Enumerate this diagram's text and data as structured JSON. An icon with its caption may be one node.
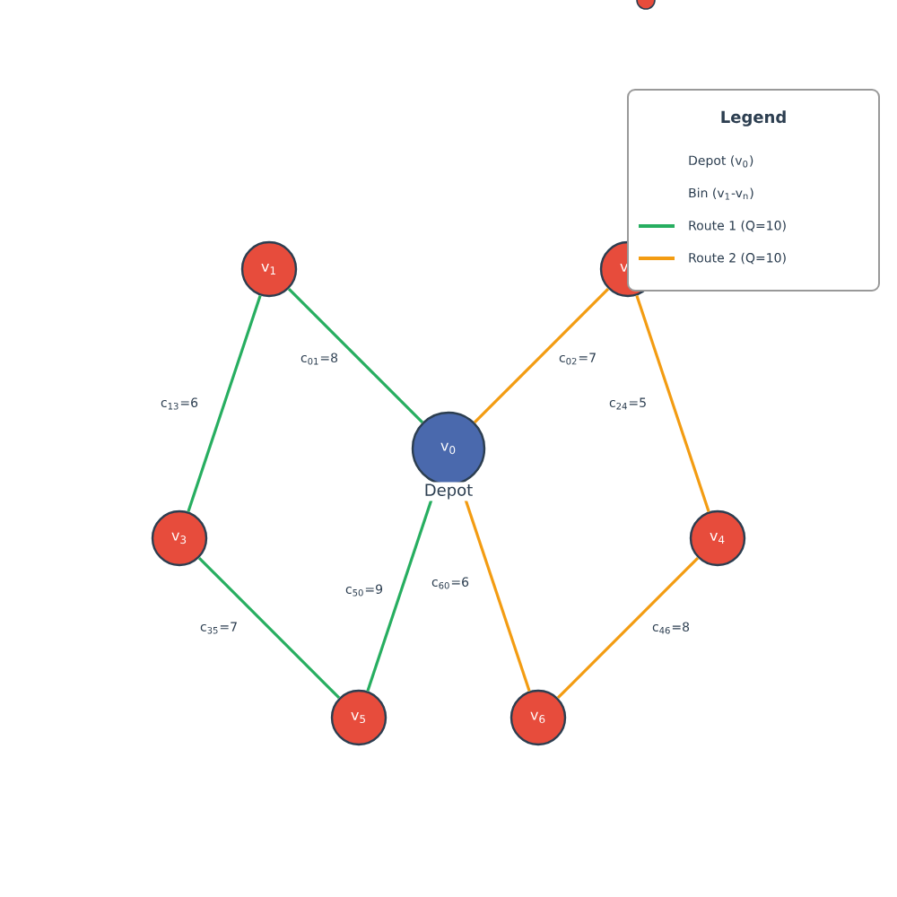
{
  "diagram": {
    "nodes": [
      {
        "text": [
          "v$_{0}$"
        ],
        "beside": [
          "Depot"
        ]
      },
      {
        "text": [
          "v$_{1}$"
        ]
      },
      {
        "text": [
          "v$_{2}$"
        ]
      },
      {
        "text": [
          "v$_{3}$"
        ]
      },
      {
        "text": [
          "v$_{4}$"
        ]
      },
      {
        "text": [
          "v$_{5}$"
        ]
      },
      {
        "text": [
          "v$_{6}$"
        ]
      }
    ],
    "edges": [
      {
        "from": 0,
        "to": 1,
        "arrow": "none",
        "label": "c$_{01}$=8",
        "color": "#27ae60"
      },
      {
        "from": 1,
        "to": 3,
        "arrow": "none",
        "label": "c$_{13}$=6",
        "color": "#27ae60"
      },
      {
        "from": 3,
        "to": 5,
        "arrow": "none",
        "label": "c$_{35}$=7",
        "color": "#27ae60"
      },
      {
        "from": 5,
        "to": 0,
        "arrow": "none",
        "label": "c$_{50}$=9",
        "color": "#27ae60"
      },
      {
        "from": 0,
        "to": 2,
        "arrow": "none",
        "label": "c$_{02}$=7",
        "color": "#f39c12"
      },
      {
        "from": 2,
        "to": 4,
        "arrow": "none",
        "label": "c$_{24}$=5",
        "color": "#f39c12"
      },
      {
        "from": 4,
        "to": 6,
        "arrow": "none",
        "label": "c$_{46}$=8",
        "color": "#f39c12"
      },
      {
        "from": 6,
        "to": 0,
        "arrow": "none",
        "label": "c$_{60}$=6",
        "color": "#f39c12"
      }
    ],
    "labels": [
      "Legend"
    ],
    "legend": [
      {
        "text": "Depot (v$_{0}$)"
      },
      {
        "text": "Bin (v$_{1}$-v$_{n}$)"
      },
      {
        "text": "Route 1 (Q=10)"
      },
      {
        "text": "Route 2 (Q=10)"
      }
    ]
  }
}
